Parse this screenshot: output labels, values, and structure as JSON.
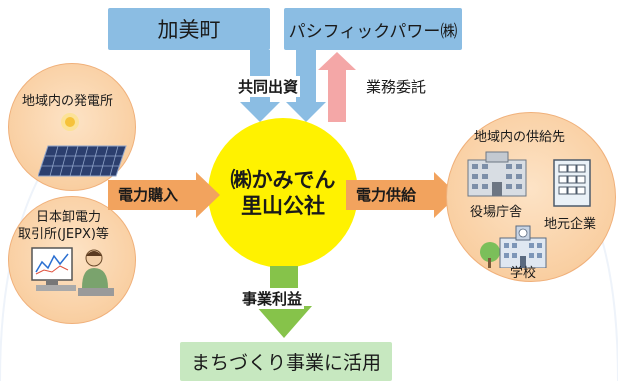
{
  "top": {
    "town": "加美町",
    "company": "パシフィックパワー㈱",
    "joint_investment": "共同出資",
    "outsourcing": "業務委託"
  },
  "center": {
    "line1": "㈱かみでん",
    "line2": "里山公社"
  },
  "left": {
    "local_power_label": "地域内の発電所",
    "jepx_line1": "日本卸電力",
    "jepx_line2": "取引所(JEPX)等",
    "purchase": "電力購入"
  },
  "right": {
    "supply_dest_label": "地域内の供給先",
    "supply": "電力供給",
    "office": "役場庁舎",
    "business": "地元企業",
    "school": "学校"
  },
  "bottom": {
    "profit": "事業利益",
    "usage": "まちづくり事業に活用"
  },
  "colors": {
    "blue_box": "#8bbde3",
    "peach": "#f9cfa2",
    "yellow": "#fff200",
    "orange_arrow": "#f2a35e",
    "green_arrow": "#86c34a",
    "green_box": "#c7e8c0",
    "pink_arrow": "#f4a7a7"
  }
}
